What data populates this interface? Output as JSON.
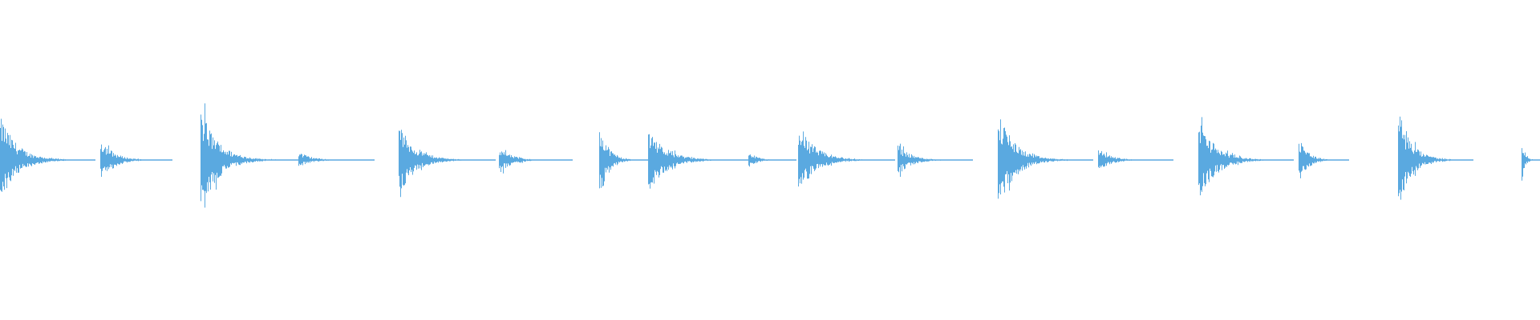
{
  "waveform": {
    "color": "#5aa9e0",
    "background": "#ffffff",
    "transients": [
      {
        "start": 0.0,
        "end": 0.062,
        "peak_top": 0.86,
        "peak_bottom": 0.82
      },
      {
        "start": 0.065,
        "end": 0.112,
        "peak_top": 0.44,
        "peak_bottom": 0.45
      },
      {
        "start": 0.13,
        "end": 0.195,
        "peak_top": 1.0,
        "peak_bottom": 1.0
      },
      {
        "start": 0.194,
        "end": 0.243,
        "peak_top": 0.16,
        "peak_bottom": 0.14
      },
      {
        "start": 0.259,
        "end": 0.322,
        "peak_top": 0.68,
        "peak_bottom": 0.65
      },
      {
        "start": 0.324,
        "end": 0.372,
        "peak_top": 0.24,
        "peak_bottom": 0.26
      },
      {
        "start": 0.389,
        "end": 0.421,
        "peak_top": 0.76,
        "peak_bottom": 0.78
      },
      {
        "start": 0.421,
        "end": 0.486,
        "peak_top": 0.64,
        "peak_bottom": 0.62
      },
      {
        "start": 0.486,
        "end": 0.517,
        "peak_top": 0.17,
        "peak_bottom": 0.16
      },
      {
        "start": 0.518,
        "end": 0.581,
        "peak_top": 0.7,
        "peak_bottom": 0.66
      },
      {
        "start": 0.583,
        "end": 0.632,
        "peak_top": 0.31,
        "peak_bottom": 0.3
      },
      {
        "start": 0.648,
        "end": 0.71,
        "peak_top": 0.92,
        "peak_bottom": 0.94
      },
      {
        "start": 0.713,
        "end": 0.762,
        "peak_top": 0.22,
        "peak_bottom": 0.2
      },
      {
        "start": 0.778,
        "end": 0.84,
        "peak_top": 0.81,
        "peak_bottom": 0.83
      },
      {
        "start": 0.843,
        "end": 0.876,
        "peak_top": 0.48,
        "peak_bottom": 0.46
      },
      {
        "start": 0.908,
        "end": 0.957,
        "peak_top": 0.94,
        "peak_bottom": 0.9
      },
      {
        "start": 0.988,
        "end": 1.0,
        "peak_top": 0.46,
        "peak_bottom": 0.44
      }
    ]
  }
}
